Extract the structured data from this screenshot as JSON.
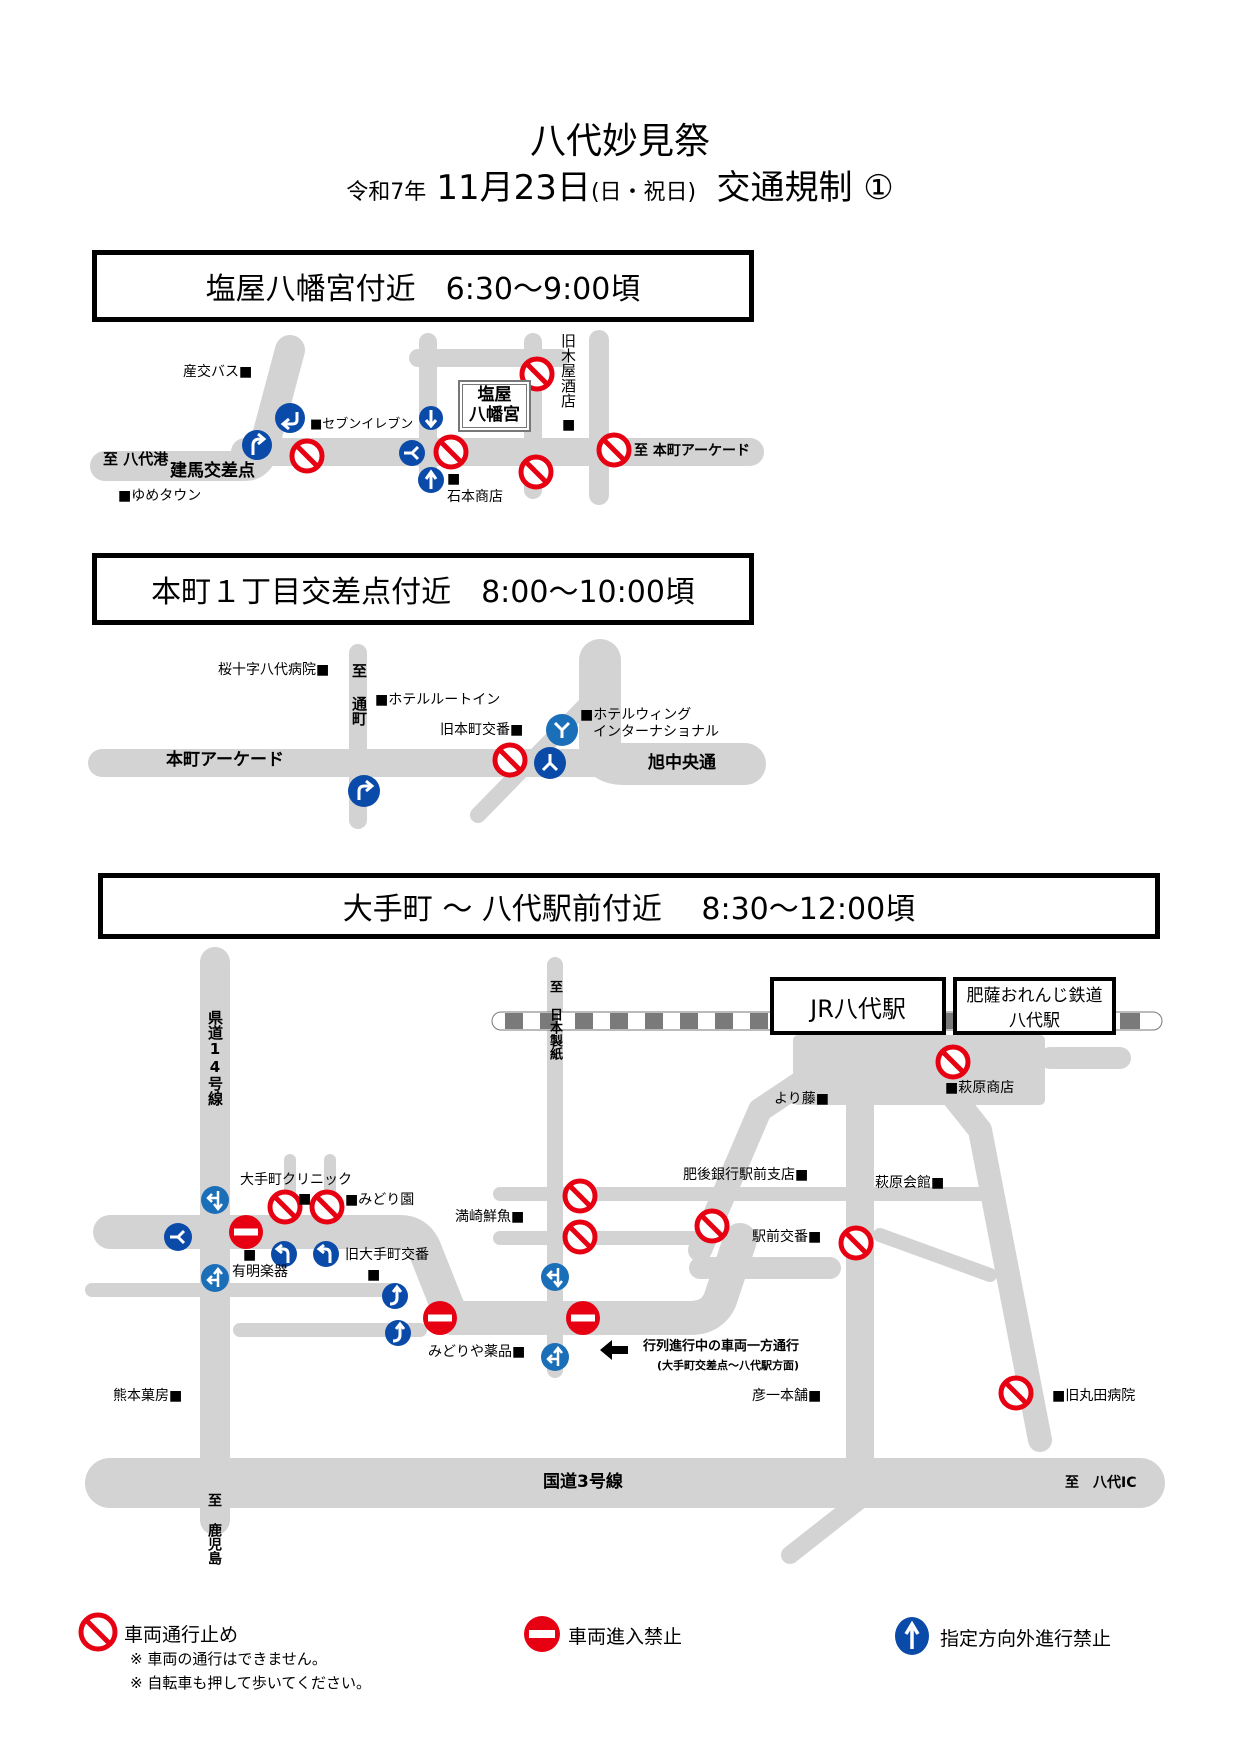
{
  "header": {
    "title": "八代妙見祭",
    "date_prefix": "令和7年",
    "date_main": "11月23日",
    "date_day": "(日・祝日)",
    "subtitle": "交通規制 ①"
  },
  "sections": [
    {
      "heading": "塩屋八幡宮付近　6:30〜9:00頃",
      "labels": {
        "sanko_bus": "産交バス■",
        "seven_eleven": "■セブンイレブン",
        "to_yatsushiro_port": "至 八代港",
        "tatema_crossing": "建馬交差点",
        "yume_town": "■ゆめタウン",
        "ishimoto_store_marker": "■",
        "ishimoto_store": "石本商店",
        "shrine": "塩屋\n八幡宮",
        "old_kiya_sake": "旧木屋酒店",
        "old_kiya_marker": "■",
        "to_honmachi_arcade": "至 本町アーケード"
      }
    },
    {
      "heading": "本町１丁目交差点付近　8:00〜10:00頃",
      "labels": {
        "sakura_hospital": "桜十字八代病院■",
        "to_toricho": "至 通町",
        "hotel_route_inn": "■ホテルルートイン",
        "old_honmachi_police": "旧本町交番■",
        "hotel_wing_1": "■ホテルウィング",
        "hotel_wing_2": "インターナショナル",
        "honmachi_arcade": "本町アーケード",
        "asahi_chuo_dori": "旭中央通"
      }
    },
    {
      "heading": "大手町 〜 八代駅前付近　 8:30〜12:00頃",
      "labels": {
        "prefectural_road_14": "県道14号線",
        "to_nihon_seishi": "至 日本製紙",
        "jr_station": "JR八代駅",
        "orange_railway_1": "肥薩おれんじ鉄道",
        "orange_railway_2": "八代駅",
        "hagiwara_store": "■萩原商店",
        "yorifuji": "より藤■",
        "higo_bank": "肥後銀行駅前支店■",
        "hagiwara_hall": "萩原会館■",
        "otemachi_clinic": "大手町クリニック",
        "midori_en": "■みどり園",
        "clinic_marker": "■",
        "mitsuzaki_fish": "満崎鮮魚■",
        "ekimae_police": "駅前交番■",
        "ariake_gakki_marker": "■",
        "ariake_gakki": "有明楽器",
        "old_otemachi_police": "旧大手町交番",
        "old_otemachi_marker": "■",
        "midoriya_pharmacy": "みどりや薬品■",
        "one_way_note": "行列進行中の車両一方通行",
        "one_way_sub": "(大手町交差点〜八代駅方面)",
        "hikoichi": "彦一本舗■",
        "old_maruta_hospital": "■旧丸田病院",
        "kumamoto_kabou": "熊本菓房■",
        "route_3": "国道3号線",
        "to_yatsushiro_ic": "至　八代IC",
        "to_kagoshima": "至 鹿児島"
      }
    }
  ],
  "legend": [
    {
      "icon": "no-vehicles-icon",
      "label": "車両通行止め",
      "notes": [
        "※ 車両の通行はできません。",
        "※ 自転車も押して歩いてください。"
      ]
    },
    {
      "icon": "no-entry-icon",
      "label": "車両進入禁止"
    },
    {
      "icon": "designated-direction-icon",
      "label": "指定方向外進行禁止"
    }
  ],
  "colors": {
    "road": "#d3d3d3",
    "prohibition_red": "#e60012",
    "direction_blue": "#0a4aa8",
    "direction_blue_light": "#1a6fb8"
  }
}
